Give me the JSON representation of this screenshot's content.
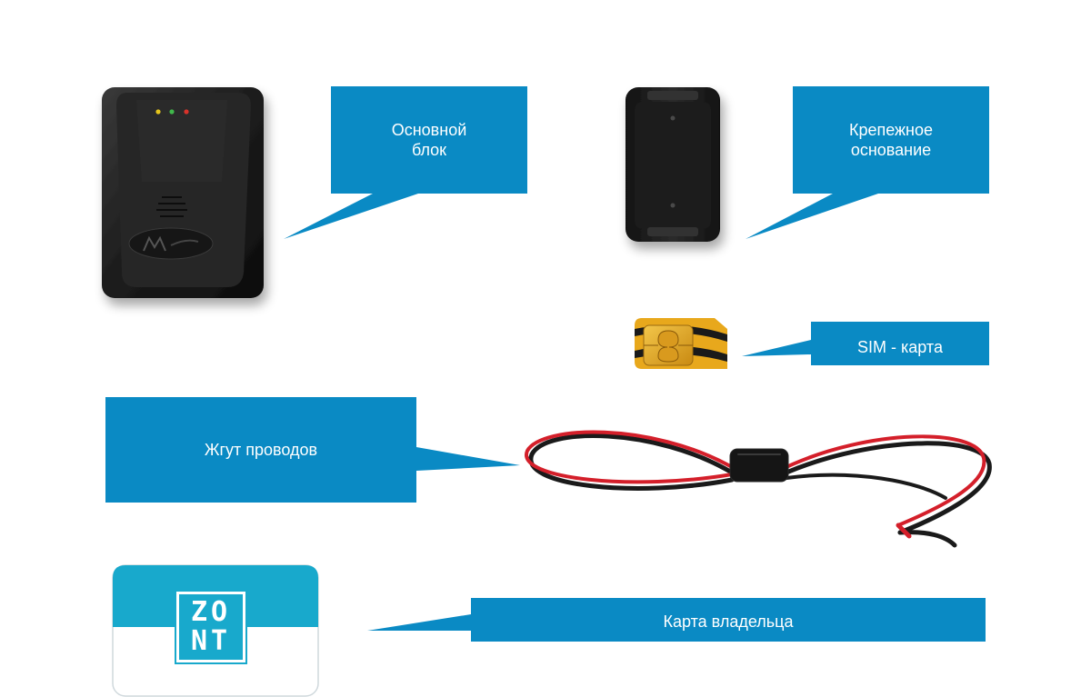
{
  "colors": {
    "callout": "#0a8ac4",
    "owner_card_header": "#18a9cc",
    "device_body": "#1f1f1f",
    "wire_red": "#d41f2a",
    "wire_black": "#1a1a1a",
    "sim_gold": "#e8a81c"
  },
  "items": [
    {
      "id": "main-unit",
      "label": "Основной\nблок",
      "icon": "gps-tracker-device"
    },
    {
      "id": "mounting-base",
      "label": "Крепежное\nоснование",
      "icon": "mounting-bracket"
    },
    {
      "id": "sim-card",
      "label": "SIM - карта",
      "icon": "sim-card"
    },
    {
      "id": "wire-harness",
      "label": "Жгут проводов",
      "icon": "wire-harness"
    },
    {
      "id": "owner-card",
      "label": "Карта владельца",
      "icon": "owner-card"
    }
  ],
  "owner_card": {
    "logo_top": "ZO",
    "logo_bottom": "NT"
  }
}
